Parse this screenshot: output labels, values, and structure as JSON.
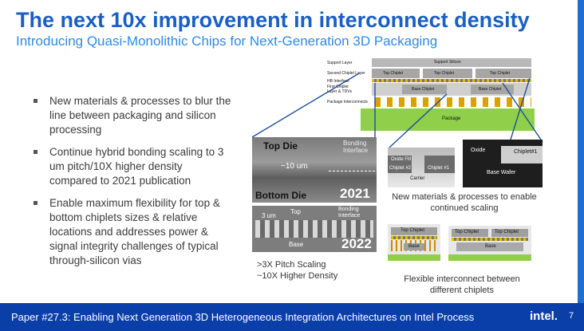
{
  "header": {
    "title": "The next 10x improvement in interconnect density",
    "subtitle": "Introducing Quasi-Monolithic Chips for Next-Generation 3D Packaging"
  },
  "bullets": [
    "New materials & processes to blur the line between packaging and silicon processing",
    "Continue hybrid bonding scaling to 3 um pitch/10X higher density compared to 2021 publication",
    "Enable maximum flexibility for top & bottom chiplets sizes & relative locations and addresses power & signal integrity challenges of typical through-silicon vias"
  ],
  "diagram": {
    "layers": [
      "Support Layer",
      "Second Chiplet Layer",
      "HB Interface",
      "First Chiplet Layer & TDVs",
      "Package Interconnects"
    ],
    "support": "Support Silicon",
    "top_chiplets": [
      "Top Chiplet",
      "Top Chiplet",
      "Top Chiplet"
    ],
    "base_chiplets": [
      "Base Chiplet",
      "Base Chiplet"
    ],
    "package": "Package"
  },
  "sem_2021": {
    "top": "Top Die",
    "bottom": "Bottom Die",
    "scale": "~10 um",
    "interface": "Bonding Interface",
    "year": "2021"
  },
  "sem_2022": {
    "scale": "3 um",
    "top": "Top",
    "interface": "Bonding Interface",
    "base": "Base",
    "year": "2022"
  },
  "oxide_image": {
    "oxide_fill": "Oxide Fill",
    "chiplet2": "Chiplet #2",
    "chiplet1": "Chiplet #1",
    "carrier": "Carrier"
  },
  "wafer_image": {
    "oxide": "Oxide",
    "chiplet": "Chiplet#1",
    "base": "Base Wafer"
  },
  "flex_small": {
    "top": "Top Chiplet",
    "base": "Base"
  },
  "flex_large": {
    "top1": "Top Chiplet",
    "top2": "Top Chiplet",
    "base": "Base"
  },
  "captions": {
    "materials": "New materials & processes to enable continued scaling",
    "pitch": ">3X Pitch Scaling\n~10X Higher Density",
    "flexible": "Flexible interconnect between different chiplets"
  },
  "footer": {
    "text": "Paper #27.3: Enabling Next Generation 3D Heterogeneous Integration Architectures on Intel Process",
    "logo": "intel.",
    "page": "7"
  },
  "colors": {
    "title": "#1a5fc4",
    "subtitle": "#2e8ae6",
    "footer_bg": "#0a3ea8",
    "package": "#8fcf4a",
    "chiplet": "#a6a6a6",
    "bump": "#e6b800"
  }
}
